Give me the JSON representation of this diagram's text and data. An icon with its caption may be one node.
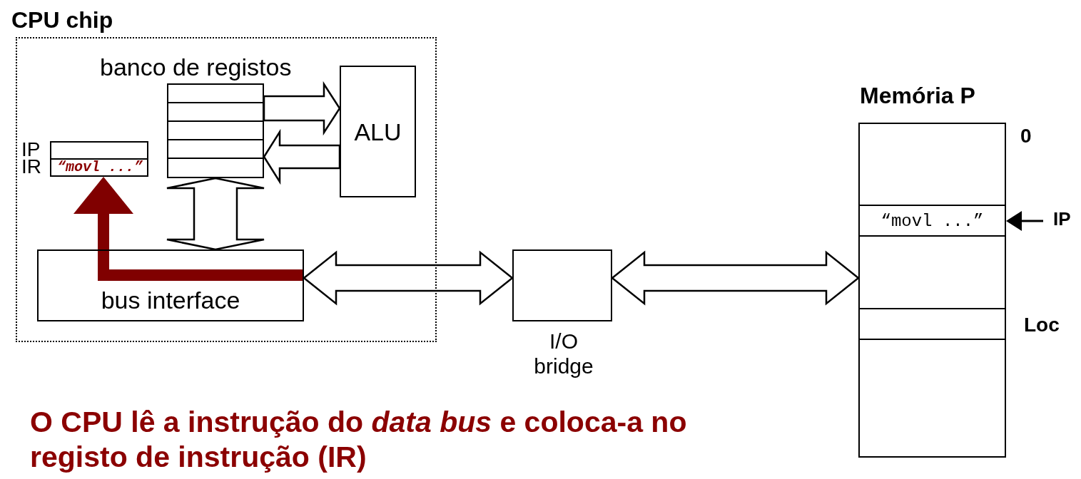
{
  "diagram": {
    "caption": "O CPU lê a instrução do *data bus* e coloca-a no registo de instrução (IR)",
    "nodes": [
      {
        "text": [
          "CPU chip"
        ]
      },
      {
        "text": [
          "banco de registos"
        ],
        "in": 0
      },
      {
        "text": [
          "ALU"
        ],
        "in": 0
      },
      {
        "text": [
          "IP"
        ],
        "in": 0
      },
      {
        "text": [
          "IR",
          "“movl ...”"
        ],
        "in": 0
      },
      {
        "text": [
          "bus interface"
        ],
        "in": 0
      },
      {
        "text": [
          "I/O bridge"
        ]
      },
      {
        "text": [
          "Memória P"
        ]
      },
      {
        "text": [
          "“movl ...”"
        ],
        "in": 7
      },
      {
        "text": [
          "IP"
        ]
      },
      {
        "text": [],
        "shape": "box",
        "in": 7,
        "beside": [
          "Loc"
        ]
      }
    ],
    "edges": [
      {
        "from": 1,
        "to": 2,
        "arrow": "to"
      },
      {
        "from": 2,
        "to": 1,
        "arrow": "to"
      },
      {
        "from": 1,
        "to": 5,
        "arrow": "both"
      },
      {
        "from": 5,
        "to": 6,
        "arrow": "both"
      },
      {
        "from": 6,
        "to": 7,
        "arrow": "both"
      },
      {
        "from": 5,
        "to": 4,
        "arrow": "to",
        "style": "thick",
        "color": "#800000"
      },
      {
        "from": 9,
        "to": 8,
        "arrow": "to",
        "color": "#000000"
      }
    ],
    "labels": [
      "0"
    ]
  }
}
